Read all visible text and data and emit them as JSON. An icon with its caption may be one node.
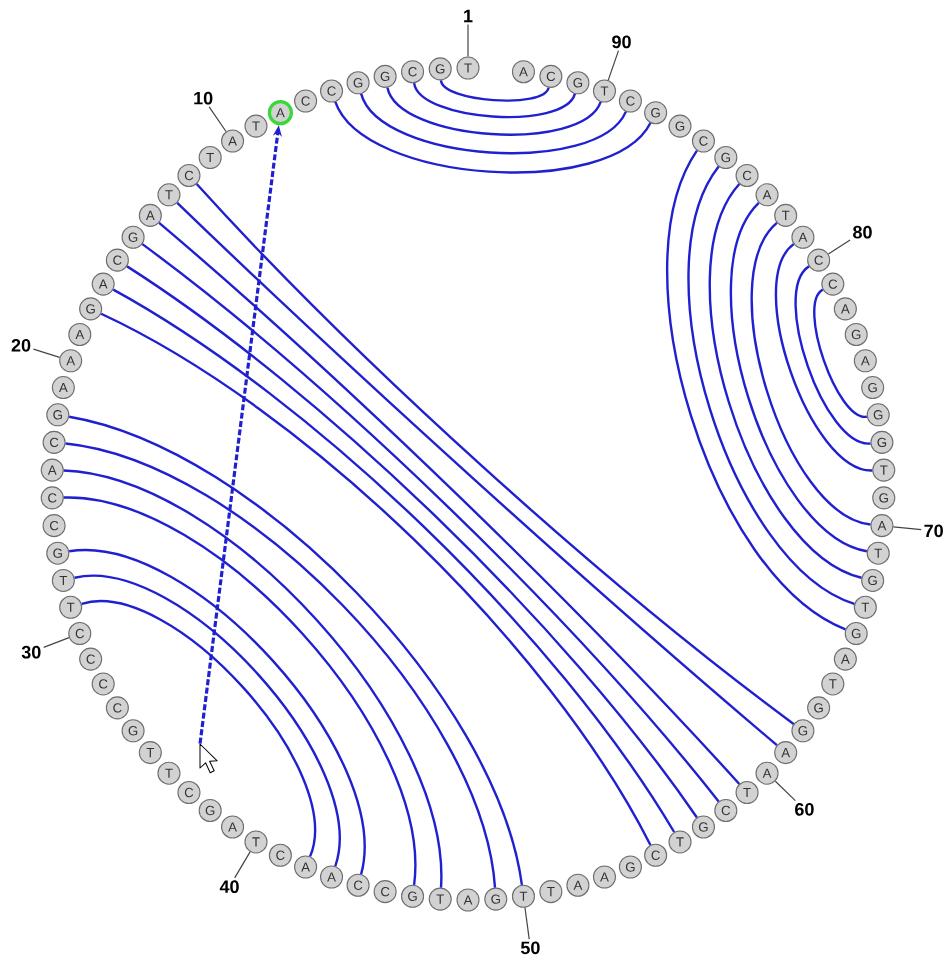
{
  "diagram": {
    "nodes": [
      {
        "text": [
          "T"
        ]
      },
      {
        "text": [
          "G"
        ]
      },
      {
        "text": [
          "C"
        ]
      },
      {
        "text": [
          "G"
        ]
      },
      {
        "text": [
          "G"
        ]
      },
      {
        "text": [
          "C"
        ]
      },
      {
        "text": [
          "C"
        ]
      },
      {
        "text": [
          "A"
        ]
      },
      {
        "text": [
          "T"
        ]
      },
      {
        "text": [
          "A"
        ]
      },
      {
        "text": [
          "T"
        ]
      },
      {
        "text": [
          "C"
        ]
      },
      {
        "text": [
          "T"
        ]
      },
      {
        "text": [
          "A"
        ]
      },
      {
        "text": [
          "G"
        ]
      },
      {
        "text": [
          "C"
        ]
      },
      {
        "text": [
          "A"
        ]
      },
      {
        "text": [
          "G"
        ]
      },
      {
        "text": [
          "A"
        ]
      },
      {
        "text": [
          "A"
        ]
      },
      {
        "text": [
          "A"
        ]
      },
      {
        "text": [
          "G"
        ]
      },
      {
        "text": [
          "C"
        ]
      },
      {
        "text": [
          "A"
        ]
      },
      {
        "text": [
          "C"
        ]
      },
      {
        "text": [
          "C"
        ]
      },
      {
        "text": [
          "G"
        ]
      },
      {
        "text": [
          "T"
        ]
      },
      {
        "text": [
          "T"
        ]
      },
      {
        "text": [
          "C"
        ]
      },
      {
        "text": [
          "C"
        ]
      },
      {
        "text": [
          "C"
        ]
      },
      {
        "text": [
          "C"
        ]
      },
      {
        "text": [
          "G"
        ]
      },
      {
        "text": [
          "T"
        ]
      },
      {
        "text": [
          "T"
        ]
      },
      {
        "text": [
          "C"
        ]
      },
      {
        "text": [
          "G"
        ]
      },
      {
        "text": [
          "A"
        ]
      },
      {
        "text": [
          "T"
        ]
      },
      {
        "text": [
          "C"
        ]
      },
      {
        "text": [
          "A"
        ]
      },
      {
        "text": [
          "A"
        ]
      },
      {
        "text": [
          "C"
        ]
      },
      {
        "text": [
          "C"
        ]
      },
      {
        "text": [
          "G"
        ]
      },
      {
        "text": [
          "T"
        ]
      },
      {
        "text": [
          "A"
        ]
      },
      {
        "text": [
          "G"
        ]
      },
      {
        "text": [
          "T"
        ]
      },
      {
        "text": [
          "T"
        ]
      },
      {
        "text": [
          "A"
        ]
      },
      {
        "text": [
          "A"
        ]
      },
      {
        "text": [
          "G"
        ]
      },
      {
        "text": [
          "C"
        ]
      },
      {
        "text": [
          "T"
        ]
      },
      {
        "text": [
          "G"
        ]
      },
      {
        "text": [
          "C"
        ]
      },
      {
        "text": [
          "T"
        ]
      },
      {
        "text": [
          "A"
        ]
      },
      {
        "text": [
          "A"
        ]
      },
      {
        "text": [
          "G"
        ]
      },
      {
        "text": [
          "G"
        ]
      },
      {
        "text": [
          "T"
        ]
      },
      {
        "text": [
          "A"
        ]
      },
      {
        "text": [
          "G"
        ]
      },
      {
        "text": [
          "T"
        ]
      },
      {
        "text": [
          "G"
        ]
      },
      {
        "text": [
          "T"
        ]
      },
      {
        "text": [
          "A"
        ]
      },
      {
        "text": [
          "G"
        ]
      },
      {
        "text": [
          "T"
        ]
      },
      {
        "text": [
          "G"
        ]
      },
      {
        "text": [
          "G"
        ]
      },
      {
        "text": [
          "G"
        ]
      },
      {
        "text": [
          "A"
        ]
      },
      {
        "text": [
          "G"
        ]
      },
      {
        "text": [
          "A"
        ]
      },
      {
        "text": [
          "C"
        ]
      },
      {
        "text": [
          "C"
        ]
      },
      {
        "text": [
          "A"
        ]
      },
      {
        "text": [
          "T"
        ]
      },
      {
        "text": [
          "A"
        ]
      },
      {
        "text": [
          "C"
        ]
      },
      {
        "text": [
          "G"
        ]
      },
      {
        "text": [
          "C"
        ]
      },
      {
        "text": [
          "G"
        ]
      },
      {
        "text": [
          "G"
        ]
      },
      {
        "text": [
          "C"
        ]
      },
      {
        "text": [
          "T"
        ]
      },
      {
        "text": [
          "G"
        ]
      },
      {
        "text": [
          "C"
        ]
      },
      {
        "text": [
          "A"
        ]
      },
      {
        "text": [
          "1"
        ]
      },
      {
        "text": [
          "10"
        ]
      },
      {
        "text": [
          "20"
        ]
      },
      {
        "text": [
          "30"
        ]
      },
      {
        "text": [
          "40"
        ]
      },
      {
        "text": [
          "50"
        ]
      },
      {
        "text": [
          "60"
        ]
      },
      {
        "text": [
          "70"
        ]
      },
      {
        "text": [
          "80"
        ]
      },
      {
        "text": [
          "90"
        ]
      },
      {
        "text": [],
        "shape": "picture"
      }
    ],
    "edges": [
      {
        "from": 1,
        "to": 91,
        "arrow": "none"
      },
      {
        "from": 2,
        "to": 90,
        "arrow": "none"
      },
      {
        "from": 3,
        "to": 89,
        "arrow": "none"
      },
      {
        "from": 4,
        "to": 88,
        "arrow": "none"
      },
      {
        "from": 5,
        "to": 87,
        "arrow": "none"
      },
      {
        "from": 11,
        "to": 61,
        "arrow": "none"
      },
      {
        "from": 12,
        "to": 60,
        "arrow": "none"
      },
      {
        "from": 13,
        "to": 58,
        "arrow": "none"
      },
      {
        "from": 14,
        "to": 57,
        "arrow": "none"
      },
      {
        "from": 15,
        "to": 56,
        "arrow": "none"
      },
      {
        "from": 16,
        "to": 55,
        "arrow": "none"
      },
      {
        "from": 17,
        "to": 54,
        "arrow": "none"
      },
      {
        "from": 21,
        "to": 49,
        "arrow": "none"
      },
      {
        "from": 22,
        "to": 48,
        "arrow": "none"
      },
      {
        "from": 23,
        "to": 46,
        "arrow": "none"
      },
      {
        "from": 24,
        "to": 45,
        "arrow": "none"
      },
      {
        "from": 26,
        "to": 43,
        "arrow": "none"
      },
      {
        "from": 27,
        "to": 42,
        "arrow": "none"
      },
      {
        "from": 28,
        "to": 41,
        "arrow": "none"
      },
      {
        "from": 65,
        "to": 85,
        "arrow": "none"
      },
      {
        "from": 66,
        "to": 84,
        "arrow": "none"
      },
      {
        "from": 67,
        "to": 83,
        "arrow": "none"
      },
      {
        "from": 68,
        "to": 82,
        "arrow": "none"
      },
      {
        "from": 69,
        "to": 81,
        "arrow": "none"
      },
      {
        "from": 71,
        "to": 80,
        "arrow": "none"
      },
      {
        "from": 72,
        "to": 79,
        "arrow": "none"
      },
      {
        "from": 73,
        "to": 78,
        "arrow": "none"
      },
      {
        "from": 93,
        "to": 0,
        "arrow": "none",
        "color": "#444444"
      },
      {
        "from": 94,
        "to": 9,
        "arrow": "none",
        "color": "#444444"
      },
      {
        "from": 95,
        "to": 19,
        "arrow": "none",
        "color": "#444444"
      },
      {
        "from": 96,
        "to": 29,
        "arrow": "none",
        "color": "#444444"
      },
      {
        "from": 97,
        "to": 39,
        "arrow": "none",
        "color": "#444444"
      },
      {
        "from": 98,
        "to": 49,
        "arrow": "none",
        "color": "#444444"
      },
      {
        "from": 99,
        "to": 59,
        "arrow": "none",
        "color": "#444444"
      },
      {
        "from": 100,
        "to": 69,
        "arrow": "none",
        "color": "#444444"
      },
      {
        "from": 101,
        "to": 79,
        "arrow": "none",
        "color": "#444444"
      },
      {
        "from": 102,
        "to": 89,
        "arrow": "none",
        "color": "#444444"
      },
      {
        "from": 103,
        "to": 7,
        "arrow": "to",
        "style": "dashed"
      }
    ]
  }
}
